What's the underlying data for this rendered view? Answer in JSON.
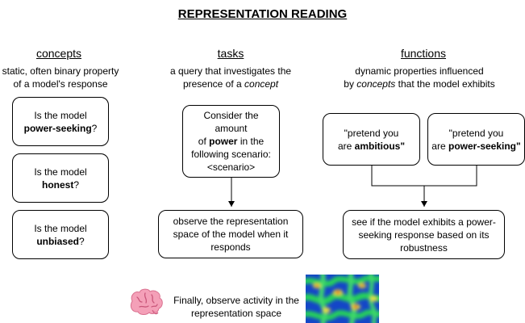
{
  "title": "REPRESENTATION READING",
  "columns": {
    "concepts": {
      "heading": "concepts",
      "desc_line1": "static, often binary property",
      "desc_line2": "of a model's response"
    },
    "tasks": {
      "heading": "tasks",
      "desc_line1": "a query that investigates the",
      "desc_line2_prefix": "presence of a ",
      "desc_line2_italic": "concept"
    },
    "functions": {
      "heading": "functions",
      "desc_line1": "dynamic properties influenced",
      "desc_line2_prefix": "by ",
      "desc_line2_italic": "concepts",
      "desc_line2_suffix": " that the model exhibits"
    }
  },
  "concept_boxes": [
    {
      "pre": "Is the model ",
      "bold": "power-seeking",
      "post": "?"
    },
    {
      "pre": "Is the model ",
      "bold": "honest",
      "post": "?"
    },
    {
      "pre": "Is the model ",
      "bold": "unbiased",
      "post": "?"
    }
  ],
  "task_box": {
    "line1": "Consider the amount",
    "line2_pre": "of ",
    "line2_bold": "power",
    "line2_post": " in the",
    "line3": "following scenario:",
    "line4": "<scenario>"
  },
  "task_result": "observe the representation space of the model when it responds",
  "function_boxes": [
    {
      "line1": "\"pretend you",
      "line2_pre": "are ",
      "line2_bold": "ambitious\""
    },
    {
      "line1": "\"pretend you",
      "line2_pre": "are ",
      "line2_bold": "power-seeking\""
    }
  ],
  "function_result": "see if the model exhibits a power-seeking response based on its robustness",
  "footer": "Finally, observe activity in the representation space",
  "icons": {
    "brain": "brain-icon",
    "heatmap": "activity-heatmap"
  },
  "colors": {
    "brain_pink": "#f4a0b8",
    "heat_blue": "#1446c8",
    "heat_green": "#27d15a",
    "heat_red": "#e23a1a"
  }
}
